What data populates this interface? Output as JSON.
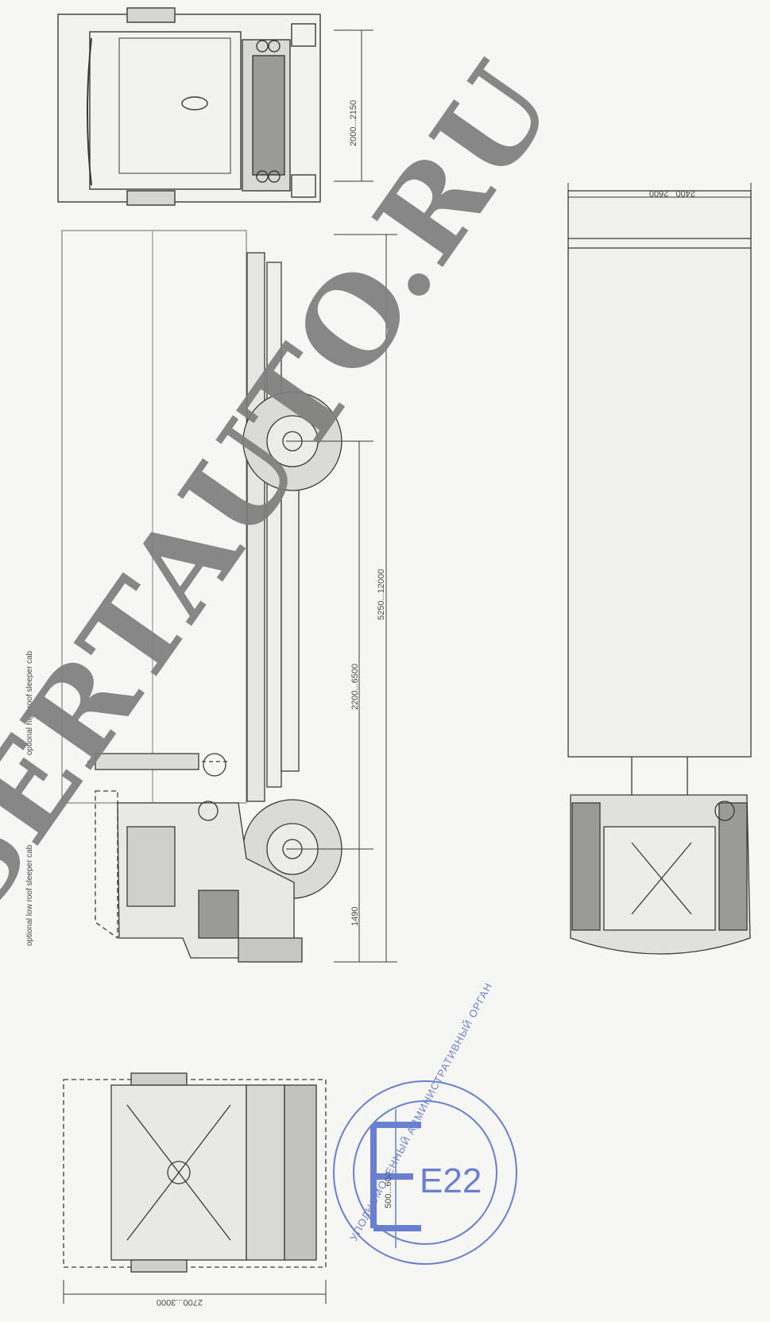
{
  "dimensions": {
    "front_width": "2000...2150",
    "rear_width": "2400...2600",
    "wheelbase": "5250...12000",
    "rear_overhang": "2200...6500",
    "front_overhang": "1490",
    "top_view_width": "2700...3000",
    "stamp_dim": "500...600"
  },
  "annotations": {
    "high_roof": "optional high roof sleeper cab",
    "low_roof": "optional low roof sleeper cab"
  },
  "watermark": {
    "text": "SERTAUTO.RU"
  },
  "stamp": {
    "code": "E22",
    "ring_text": "УПОЛНОМОЧЕННЫЙ АДМИНИСТРАТИВНЫЙ ОРГАН"
  },
  "colors": {
    "line": "#3a3a3a",
    "watermark": "#7e7e7e",
    "stamp": "#6a7fd0",
    "paper": "#f6f6f4"
  }
}
